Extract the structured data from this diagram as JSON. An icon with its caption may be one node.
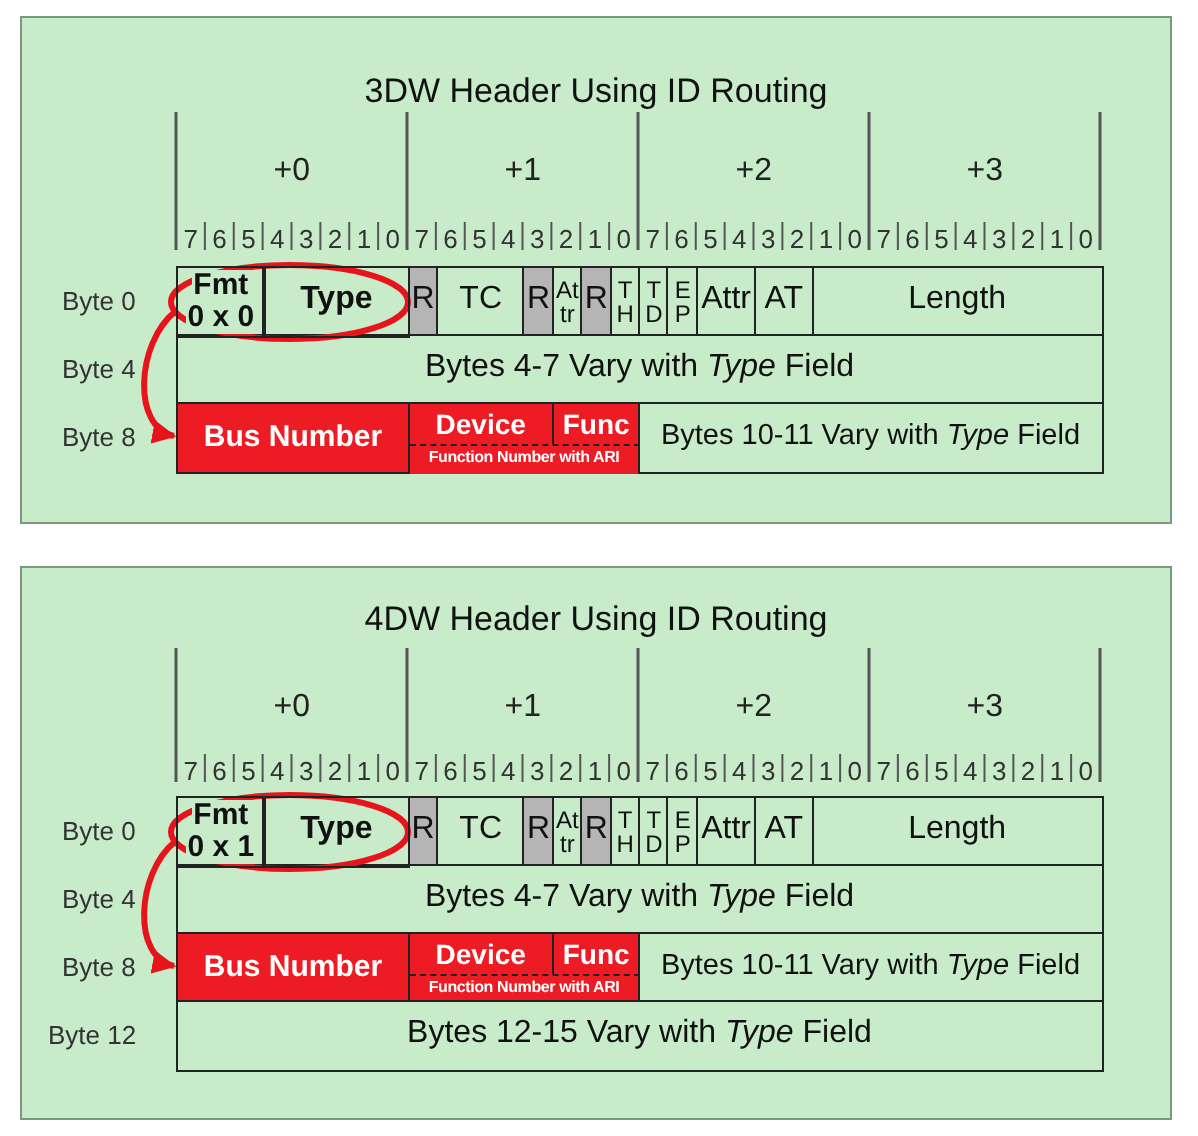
{
  "diagram": {
    "nodes": [
      {
        "text": [
          "3DW Header Using ID Routing"
        ]
      },
      {
        "text": [],
        "shape": "ellipse",
        "in": 0
      },
      {
        "text": [
          "Fmt",
          "0 x 0"
        ],
        "in": 1
      },
      {
        "text": [
          "Type"
        ],
        "in": 1
      },
      {
        "text": [
          "R"
        ],
        "in": 0
      },
      {
        "text": [
          "TC"
        ],
        "in": 0
      },
      {
        "text": [
          "R"
        ],
        "in": 0
      },
      {
        "text": [
          "At tr"
        ],
        "in": 0
      },
      {
        "text": [
          "R"
        ],
        "in": 0
      },
      {
        "text": [
          "T H"
        ],
        "in": 0
      },
      {
        "text": [
          "T D"
        ],
        "in": 0
      },
      {
        "text": [
          "E P"
        ],
        "in": 0
      },
      {
        "text": [
          "Attr"
        ],
        "in": 0
      },
      {
        "text": [
          "AT"
        ],
        "in": 0
      },
      {
        "text": [
          "Length"
        ],
        "in": 0
      },
      {
        "text": [
          "Bytes 4-7 Vary with *Type* Field"
        ],
        "in": 0
      },
      {
        "text": [
          "Bus Number"
        ],
        "in": 0
      },
      {
        "text": [
          "Device"
        ],
        "in": 0
      },
      {
        "text": [
          "Func"
        ],
        "in": 0
      },
      {
        "text": [
          "Function Number with ARI"
        ],
        "in": 0
      },
      {
        "text": [
          "Bytes 10-11 Vary with *Type* Field"
        ],
        "in": 0
      },
      {
        "text": [
          "4DW Header Using ID Routing"
        ]
      },
      {
        "text": [],
        "shape": "ellipse",
        "in": 21
      },
      {
        "text": [
          "Fmt",
          "0 x 1"
        ],
        "in": 22
      },
      {
        "text": [
          "Type"
        ],
        "in": 22
      },
      {
        "text": [
          "R"
        ],
        "in": 21
      },
      {
        "text": [
          "TC"
        ],
        "in": 21
      },
      {
        "text": [
          "R"
        ],
        "in": 21
      },
      {
        "text": [
          "At tr"
        ],
        "in": 21
      },
      {
        "text": [
          "R"
        ],
        "in": 21
      },
      {
        "text": [
          "T H"
        ],
        "in": 21
      },
      {
        "text": [
          "T D"
        ],
        "in": 21
      },
      {
        "text": [
          "E P"
        ],
        "in": 21
      },
      {
        "text": [
          "Attr"
        ],
        "in": 21
      },
      {
        "text": [
          "AT"
        ],
        "in": 21
      },
      {
        "text": [
          "Length"
        ],
        "in": 21
      },
      {
        "text": [
          "Bytes 4-7 Vary with *Type* Field"
        ],
        "in": 21
      },
      {
        "text": [
          "Bus Number"
        ],
        "in": 21
      },
      {
        "text": [
          "Device"
        ],
        "in": 21
      },
      {
        "text": [
          "Func"
        ],
        "in": 21
      },
      {
        "text": [
          "Function Number with ARI"
        ],
        "in": 21
      },
      {
        "text": [
          "Bytes 10-11 Vary with *Type* Field"
        ],
        "in": 21
      },
      {
        "text": [
          "Bytes 12-15 Vary with *Type* Field"
        ],
        "in": 21
      }
    ],
    "edges": [
      {
        "from": 1,
        "to": 16,
        "arrow": "to"
      },
      {
        "from": 22,
        "to": 37,
        "arrow": "to"
      }
    ],
    "labels": [
      "+0",
      "+1",
      "+2",
      "+3",
      "7",
      "6",
      "5",
      "4",
      "3",
      "2",
      "1",
      "0",
      "7",
      "6",
      "5",
      "4",
      "3",
      "2",
      "1",
      "0",
      "7",
      "6",
      "5",
      "4",
      "3",
      "2",
      "1",
      "0",
      "7",
      "6",
      "5",
      "4",
      "3",
      "2",
      "1",
      "0",
      "Byte 0",
      "Byte 4",
      "Byte 8",
      "+0",
      "+1",
      "+2",
      "+3",
      "7",
      "6",
      "5",
      "4",
      "3",
      "2",
      "1",
      "0",
      "7",
      "6",
      "5",
      "4",
      "3",
      "2",
      "1",
      "0",
      "7",
      "6",
      "5",
      "4",
      "3",
      "2",
      "1",
      "0",
      "7",
      "6",
      "5",
      "4",
      "3",
      "2",
      "1",
      "0",
      "Byte 0",
      "Byte 4",
      "Byte 8",
      "Byte 12"
    ]
  }
}
